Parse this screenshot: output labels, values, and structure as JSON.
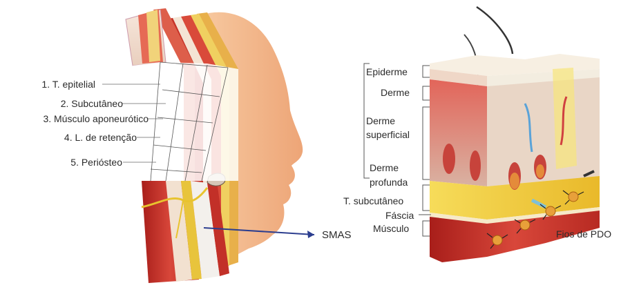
{
  "face_labels": [
    "1. T. epitelial",
    "2. Subcutâneo",
    "3. Músculo aponeurótico",
    "4. L. de retenção",
    "5. Periósteo"
  ],
  "smas_label": "SMAS",
  "skin_labels": {
    "epiderme": "Epiderme",
    "derme": "Derme",
    "derme_superficial_1": "Derme",
    "derme_superficial_2": "superficial",
    "derme_profunda_1": "Derme",
    "derme_profunda_2": "profunda",
    "subcutaneo": "T. subcutâneo",
    "fascia": "Fáscia",
    "musculo": "Músculo"
  },
  "fios_label": "Fios de PDO",
  "colors": {
    "skin": "#f4b889",
    "muscle": "#c8302a",
    "fat": "#f2d12b",
    "arrow": "#2c3e8f"
  }
}
